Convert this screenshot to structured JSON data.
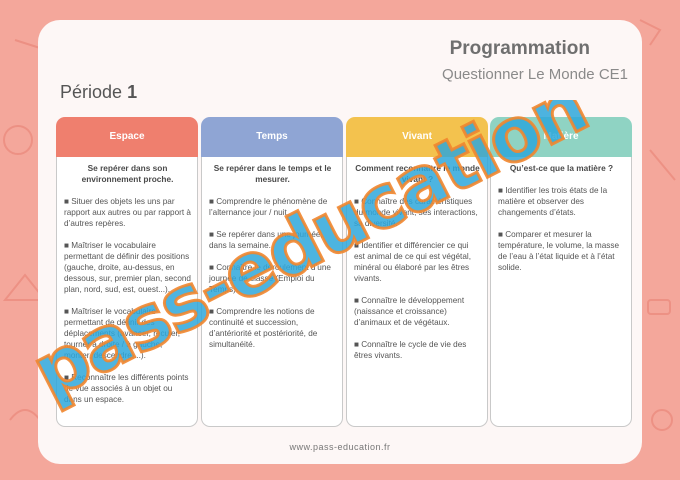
{
  "header": {
    "title": "Programmation",
    "subtitle": "Questionner Le Monde CE1",
    "periode_label": "Période",
    "periode_number": "1"
  },
  "colors": {
    "background": "#f4a79b",
    "espace": "#ef7f6e",
    "temps": "#8fa5d4",
    "vivant": "#f3c24e",
    "matiere": "#8fd3c3",
    "watermark_fill": "#2ea7da",
    "watermark_letters": "#f2862e"
  },
  "columns": [
    {
      "header": "Espace",
      "lead": "Se repérer dans son environnement proche.",
      "items": [
        "Situer des objets les uns par rapport aux autres ou par rapport à d’autres repères.",
        "Maîtriser le vocabulaire permettant de définir des positions (gauche, droite, au-dessus, en dessous, sur, premier plan, second plan, nord, sud, est, ouest...).",
        "Maîtriser le vocabulaire permettant de définir des déplacements (avancer, reculer, tourner à droite / à gauche, monter, descendre,...).",
        "Reconnaître les différents points de vue associés à un objet ou dans un espace."
      ]
    },
    {
      "header": "Temps",
      "lead": "Se repérer dans le temps et le mesurer.",
      "items": [
        "Comprendre le phénomène de l’alternance jour / nuit.",
        "Se repérer dans une journée, dans la semaine.",
        "Connaître le déroulement d’une journée de classe (Emploi du Temps).",
        "Comprendre les notions de continuité et succession, d’antériorité et postériorité, de simultanéité."
      ]
    },
    {
      "header": "Vivant",
      "lead": "Comment reconnaître le monde vivant ?",
      "items": [
        "Connaître des caractéristiques du monde vivant, ses interactions, sa diversité.",
        "Identifier et différencier ce qui est animal de ce qui est végétal, minéral ou élaboré par les êtres vivants.",
        "Connaître le développement (naissance et croissance) d’animaux et de végétaux.",
        "Connaître le cycle de vie des êtres vivants."
      ]
    },
    {
      "header": "Matière",
      "lead": "Qu’est-ce que la matière ?",
      "items": [
        "Identifier les trois états de la matière et observer des changements d’états.",
        "Comparer et mesurer la température, le volume, la masse de l’eau à l’état liquide et à l’état solide."
      ]
    }
  ],
  "footer": {
    "url": "www.pass-education.fr"
  },
  "watermark": {
    "text": "pass-education"
  }
}
